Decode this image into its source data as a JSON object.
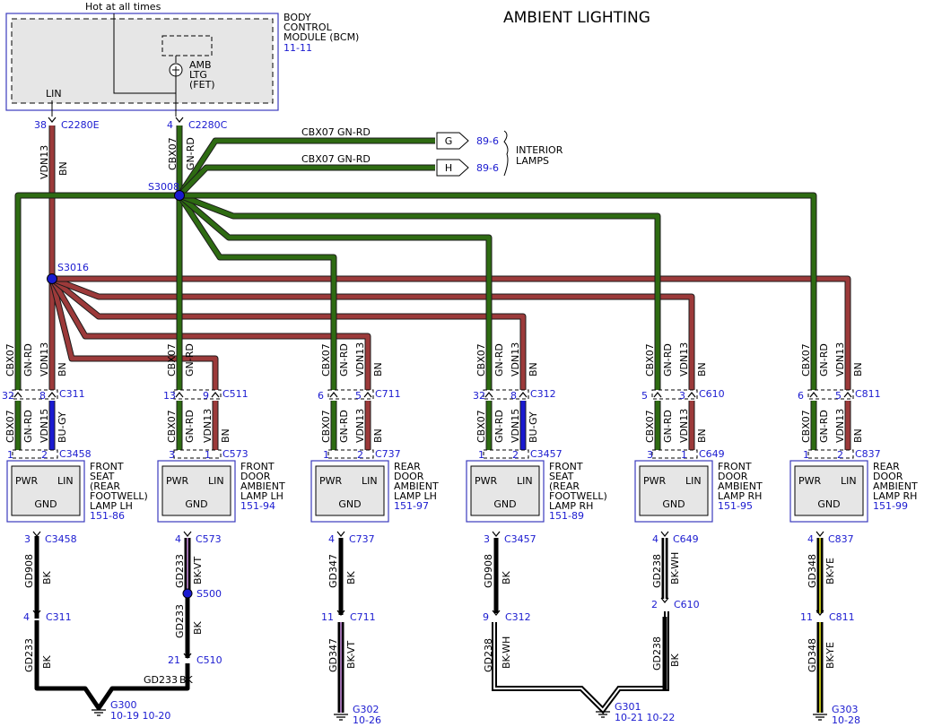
{
  "title": "AMBIENT LIGHTING",
  "hot_label": "Hot at all times",
  "colors": {
    "green": "#2e6b12",
    "red": "#9c3a3a",
    "blue": "#1a1ad0",
    "black": "#000000",
    "refs": "#1a1ad0"
  },
  "bcm": {
    "name_lines": [
      "BODY",
      "CONTROL",
      "MODULE (BCM)"
    ],
    "ref": "11-11",
    "lin_label": "LIN",
    "fet_lines": [
      "AMB",
      "LTG",
      "(FET)"
    ],
    "pin_lin": "38",
    "conn_lin": "C2280E",
    "pin_pwr": "4",
    "conn_pwr": "C2280C"
  },
  "trunk": {
    "circuit_pwr": "CBX07",
    "color_pwr": "GN-RD",
    "circuit_lin": "VDN13",
    "color_lin": "BN"
  },
  "splices": {
    "pwr": "S3008",
    "lin": "S3016",
    "ground": "S500"
  },
  "interior": {
    "circuit": "CBX07",
    "color": "GN-RD",
    "pins": [
      "G",
      "H"
    ],
    "refs": [
      "89-6",
      "89-6"
    ],
    "label_lines": [
      "INTERIOR",
      "LAMPS"
    ]
  },
  "modules": [
    {
      "name_lines": [
        "FRONT",
        "SEAT",
        "(REAR",
        "FOOTWELL)",
        "LAMP LH"
      ],
      "ref": "151-86",
      "top_conn": "C311",
      "top_pin_l": "32",
      "top_pin_r": "8",
      "above_l": [
        "CBX07",
        "GN-RD"
      ],
      "above_r": [
        "VDN13",
        "BN"
      ],
      "below_l": [
        "CBX07",
        "GN-RD"
      ],
      "below_r": [
        "VDN15",
        "BU-GY"
      ],
      "mod_conn": "C3458",
      "mod_pin_l": "1",
      "mod_pin_r": "2",
      "pwr": "PWR",
      "lin": "LIN",
      "gnd": "GND",
      "gnd_pin": "3",
      "gnd_conn": "C3458",
      "gnd_seg1": [
        "GD908",
        "BK"
      ],
      "inline_pin": "4",
      "inline_conn": "C311",
      "gnd_seg2": [
        "GD233",
        "BK"
      ]
    },
    {
      "name_lines": [
        "FRONT",
        "DOOR",
        "AMBIENT",
        "LAMP LH"
      ],
      "ref": "151-94",
      "top_conn": "C511",
      "top_pin_l": "13",
      "top_pin_r": "9",
      "above_l": [
        "CBX07",
        "GN-RD"
      ],
      "above_r": [
        "",
        ""
      ],
      "below_l": [
        "CBX07",
        "GN-RD"
      ],
      "below_r": [
        "VDN13",
        "BN"
      ],
      "mod_conn": "C573",
      "mod_pin_l": "3",
      "mod_pin_r": "1",
      "pwr": "PWR",
      "lin": "LIN",
      "gnd": "GND",
      "gnd_pin": "4",
      "gnd_conn": "C573",
      "gnd_seg1": [
        "GD233",
        "BK-VT"
      ],
      "inline_pin": "21",
      "inline_conn": "C510",
      "gnd_seg2": [
        "GD233",
        "BK"
      ]
    },
    {
      "name_lines": [
        "REAR",
        "DOOR",
        "AMBIENT",
        "LAMP LH"
      ],
      "ref": "151-97",
      "top_conn": "C711",
      "top_pin_l": "6",
      "top_pin_r": "5",
      "above_l": [
        "CBX07",
        "GN-RD"
      ],
      "above_r": [
        "VDN13",
        "BN"
      ],
      "below_l": [
        "CBX07",
        "GN-RD"
      ],
      "below_r": [
        "VDN13",
        "BN"
      ],
      "mod_conn": "C737",
      "mod_pin_l": "1",
      "mod_pin_r": "2",
      "pwr": "PWR",
      "lin": "LIN",
      "gnd": "GND",
      "gnd_pin": "4",
      "gnd_conn": "C737",
      "gnd_seg1": [
        "GD347",
        "BK"
      ],
      "inline_pin": "11",
      "inline_conn": "C711",
      "gnd_seg2": [
        "GD347",
        "BK-VT"
      ]
    },
    {
      "name_lines": [
        "FRONT",
        "SEAT",
        "(REAR",
        "FOOTWELL)",
        "LAMP RH"
      ],
      "ref": "151-89",
      "top_conn": "C312",
      "top_pin_l": "32",
      "top_pin_r": "8",
      "above_l": [
        "CBX07",
        "GN-RD"
      ],
      "above_r": [
        "VDN13",
        "BN"
      ],
      "below_l": [
        "CBX07",
        "GN-RD"
      ],
      "below_r": [
        "VDN15",
        "BU-GY"
      ],
      "mod_conn": "C3457",
      "mod_pin_l": "1",
      "mod_pin_r": "2",
      "pwr": "PWR",
      "lin": "LIN",
      "gnd": "GND",
      "gnd_pin": "3",
      "gnd_conn": "C3457",
      "gnd_seg1": [
        "GD908",
        "BK"
      ],
      "inline_pin": "9",
      "inline_conn": "C312",
      "gnd_seg2": [
        "GD238",
        "BK-WH"
      ]
    },
    {
      "name_lines": [
        "FRONT",
        "DOOR",
        "AMBIENT",
        "LAMP RH"
      ],
      "ref": "151-95",
      "top_conn": "C610",
      "top_pin_l": "5",
      "top_pin_r": "3",
      "above_l": [
        "CBX07",
        "GN-RD"
      ],
      "above_r": [
        "VDN13",
        "BN"
      ],
      "below_l": [
        "CBX07",
        "GN-RD"
      ],
      "below_r": [
        "VDN13",
        "BN"
      ],
      "mod_conn": "C649",
      "mod_pin_l": "3",
      "mod_pin_r": "1",
      "pwr": "PWR",
      "lin": "LIN",
      "gnd": "GND",
      "gnd_pin": "4",
      "gnd_conn": "C649",
      "gnd_seg1": [
        "GD238",
        "BK-WH"
      ],
      "inline_pin": "2",
      "inline_conn": "C610",
      "gnd_seg2": [
        "GD238",
        "BK"
      ]
    },
    {
      "name_lines": [
        "REAR",
        "DOOR",
        "AMBIENT",
        "LAMP RH"
      ],
      "ref": "151-99",
      "top_conn": "C811",
      "top_pin_l": "6",
      "top_pin_r": "5",
      "above_l": [
        "CBX07",
        "GN-RD"
      ],
      "above_r": [
        "VDN13",
        "BN"
      ],
      "below_l": [
        "CBX07",
        "GN-RD"
      ],
      "below_r": [
        "VDN13",
        "BN"
      ],
      "mod_conn": "C837",
      "mod_pin_l": "1",
      "mod_pin_r": "2",
      "pwr": "PWR",
      "lin": "LIN",
      "gnd": "GND",
      "gnd_pin": "4",
      "gnd_conn": "C837",
      "gnd_seg1": [
        "GD348",
        "BK-YE"
      ],
      "inline_pin": "11",
      "inline_conn": "C811",
      "gnd_seg2": [
        "GD348",
        "BK-YE"
      ]
    }
  ],
  "grounds": [
    {
      "name": "G300",
      "refs": "10-19 10-20",
      "circuit": "GD233",
      "color": "BK"
    },
    {
      "name": "G302",
      "refs": "10-26"
    },
    {
      "name": "G301",
      "refs": "10-21 10-22"
    },
    {
      "name": "G303",
      "refs": "10-28"
    }
  ]
}
